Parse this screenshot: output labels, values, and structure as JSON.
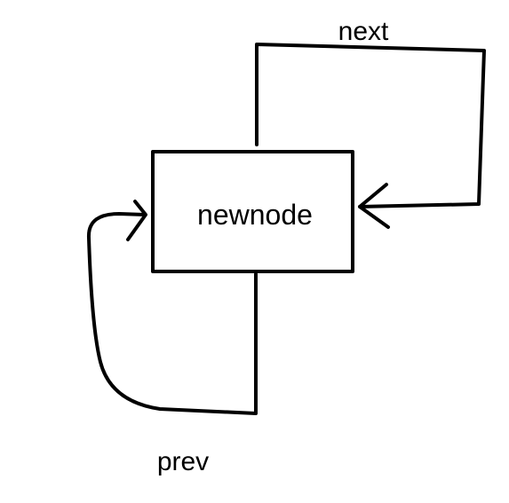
{
  "diagram": {
    "node_label": "newnode",
    "next_label": "next",
    "prev_label": "prev"
  },
  "colors": {
    "background": "#ffffff",
    "ink": "#000000"
  }
}
